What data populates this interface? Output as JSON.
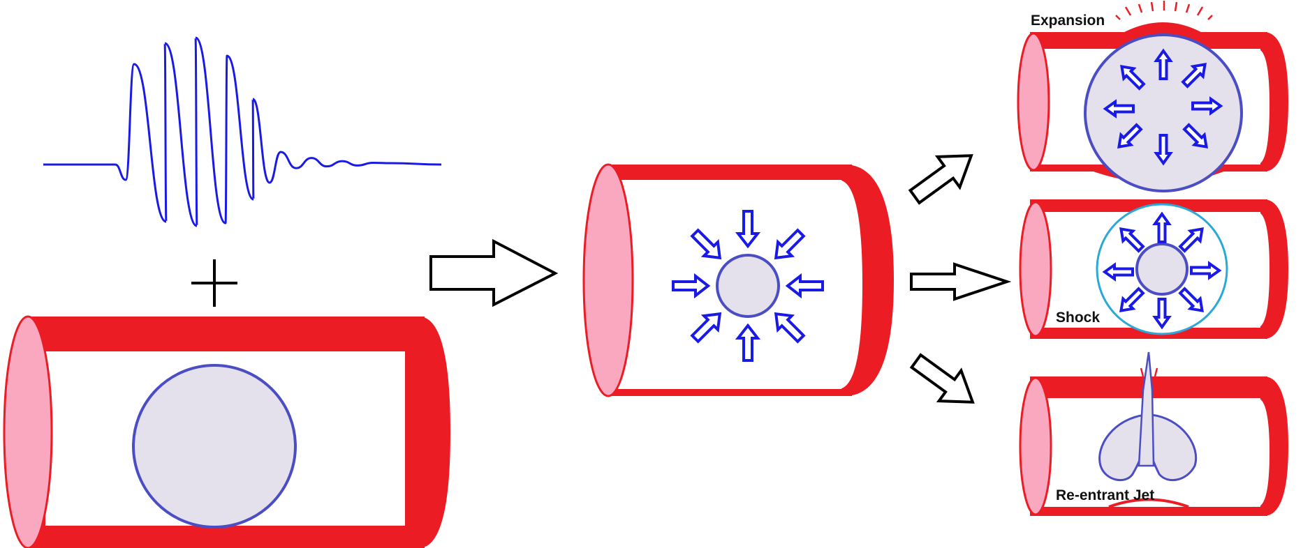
{
  "labels": {
    "expansion": "Expansion",
    "shock": "Shock",
    "reentrant_jet": "Re-entrant Jet"
  },
  "colors": {
    "vessel_wall": "#ec1c24",
    "vessel_opening": "#f9a8c0",
    "bubble_fill": "#e4e0ec",
    "bubble_outline": "#4a4dc4",
    "ultrasound_wave": "#1a1ae6",
    "direction_arrows": "#1a1ae6",
    "shock_front": "#2aa8d8",
    "process_arrows": "#000000"
  },
  "icons": {
    "plus": "plus-sign",
    "process_arrow": "outline-block-arrow",
    "bubble_motion_arrow": "small-outline-arrow"
  }
}
